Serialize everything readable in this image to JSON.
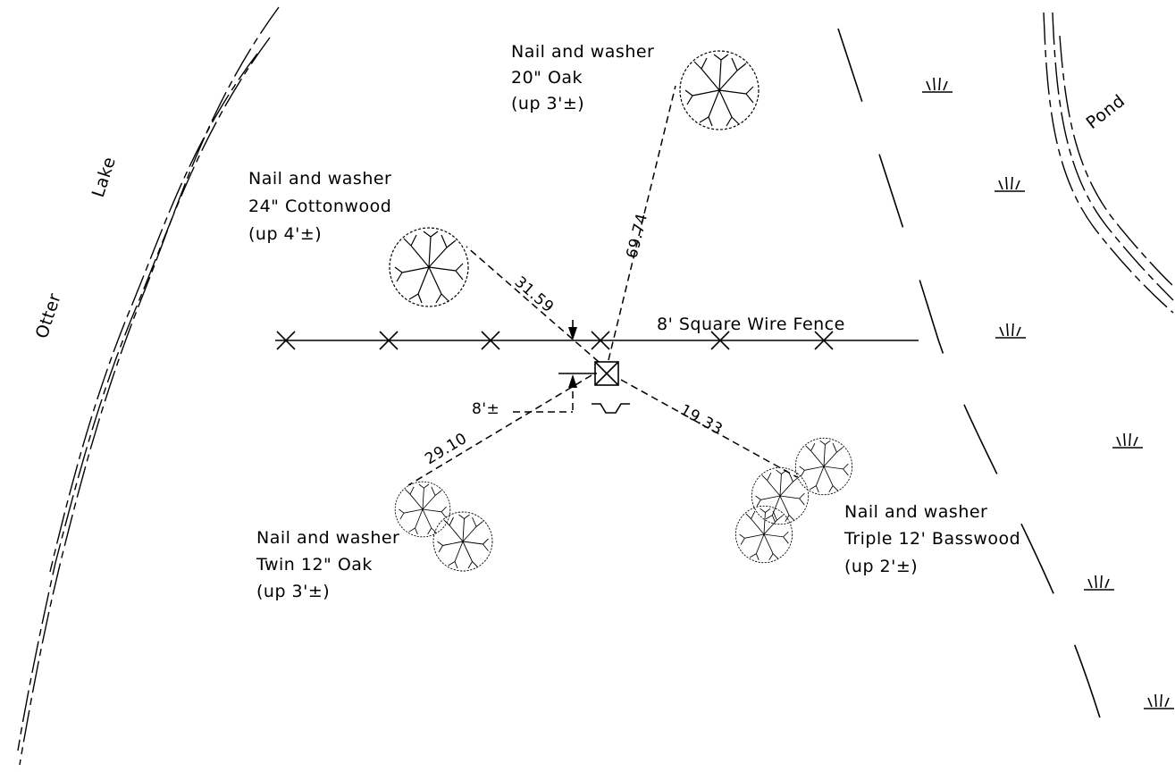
{
  "water": {
    "lake_word1": "Otter",
    "lake_word2": "Lake",
    "pond": "Pond"
  },
  "fence": {
    "label": "8' Square Wire Fence"
  },
  "trees": [
    {
      "line1": "Nail and washer",
      "line2": "20\" Oak",
      "line3": "(up 3'±)"
    },
    {
      "line1": "Nail and washer",
      "line2": "24\" Cottonwood",
      "line3": "(up 4'±)"
    },
    {
      "line1": "Nail and washer",
      "line2": "Twin 12\" Oak",
      "line3": "(up 3'±)"
    },
    {
      "line1": "Nail and washer",
      "line2": "Triple 12' Basswood",
      "line3": "(up 2'±)"
    }
  ],
  "ties": {
    "oak_20": "69.74",
    "cottonwood": "31.59",
    "twin_oak": "29.10",
    "basswood": "19.33",
    "offset": "8'±"
  },
  "symbols": {
    "marsh": "marsh-icon",
    "tree": "tree-icon",
    "monument": "square-monument-icon",
    "fence_post": "x-mark-icon"
  }
}
